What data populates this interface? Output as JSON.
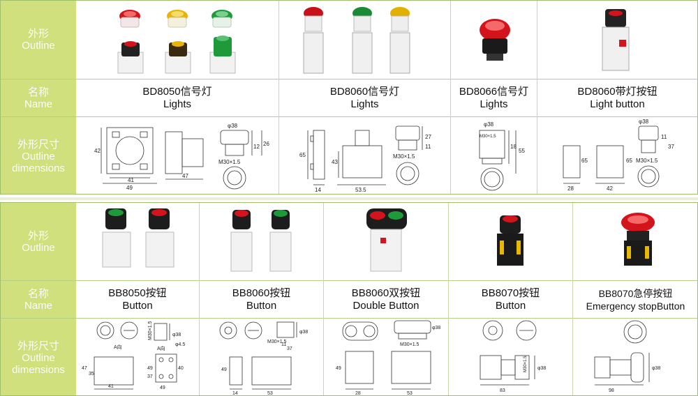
{
  "rows": {
    "outline": {
      "cn": "外形",
      "en": "Outline"
    },
    "name": {
      "cn": "名称",
      "en": "Name"
    },
    "dimensions": {
      "cn": "外形尺寸",
      "en1": "Outline",
      "en2": "dimensions"
    }
  },
  "top_products": [
    {
      "model": "BD8050信号灯",
      "type": "Lights",
      "colors": [
        "#d4141c",
        "#e8a800",
        "#1f9a3a"
      ]
    },
    {
      "model": "BD8060信号灯",
      "type": "Lights",
      "colors": [
        "#d4141c",
        "#1f9a3a",
        "#e8a800"
      ]
    },
    {
      "model": "BD8066信号灯",
      "type": "Lights",
      "colors": [
        "#d4141c"
      ]
    },
    {
      "model": "BD8060带灯按钮",
      "type": "Light button",
      "colors": [
        "#d4141c"
      ]
    }
  ],
  "bottom_products": [
    {
      "model": "BB8050按钮",
      "type": "Button",
      "colors": [
        "#1f9a3a",
        "#d4141c"
      ]
    },
    {
      "model": "BB8060按钮",
      "type": "Button",
      "colors": [
        "#d4141c",
        "#1f9a3a"
      ]
    },
    {
      "model": "BB8060双按钮",
      "type": "Double Button",
      "colors": [
        "#d4141c",
        "#1f9a3a"
      ]
    },
    {
      "model": "BB8070按钮",
      "type": "Button",
      "colors": [
        "#d4141c"
      ]
    },
    {
      "model": "BB8070急停按钮",
      "type": "Emergency stopButton",
      "colors": [
        "#d4141c"
      ]
    }
  ],
  "dims": {
    "bd8050": {
      "w1": "41",
      "w2": "49",
      "h": "42",
      "d1": "47",
      "phi": "φ38",
      "h1": "12",
      "h2": "26",
      "thread": "M30×1.5"
    },
    "bd8060": {
      "h": "65",
      "h2": "43",
      "w": "14",
      "w2": "53.5",
      "thread": "M30×1.5",
      "h3": "27",
      "h4": "11"
    },
    "bd8066": {
      "phi": "φ38",
      "thread": "M30×1.5",
      "h1": "18",
      "h2": "55"
    },
    "bd8060lb": {
      "phi": "φ38",
      "thread": "M30×1.5",
      "h1": "65",
      "h2": "65",
      "w1": "28",
      "w2": "42",
      "h3": "11",
      "h4": "37"
    },
    "bb8050": {
      "thread": "M30×1.5",
      "phi": "φ38",
      "arrow": "A向",
      "arrowA": "A向",
      "phi2": "φ4.5",
      "h1": "47",
      "h2": "35",
      "w": "41",
      "w2": "49",
      "w3": "40",
      "h3": "37",
      "h4": "49"
    },
    "bb8060": {
      "thread": "M30×1.5",
      "phi": "φ38",
      "h1": "11",
      "h2": "37",
      "h3": "49",
      "w1": "14",
      "w2": "53"
    },
    "bb8060d": {
      "thread": "M30×1.5",
      "phi": "φ38",
      "h1": "49",
      "w1": "28",
      "w2": "53"
    },
    "bb8070": {
      "thread": "M30×1.5",
      "phi": "φ38",
      "w": "83"
    },
    "bb8070e": {
      "phi": "φ38",
      "w": "98"
    }
  }
}
